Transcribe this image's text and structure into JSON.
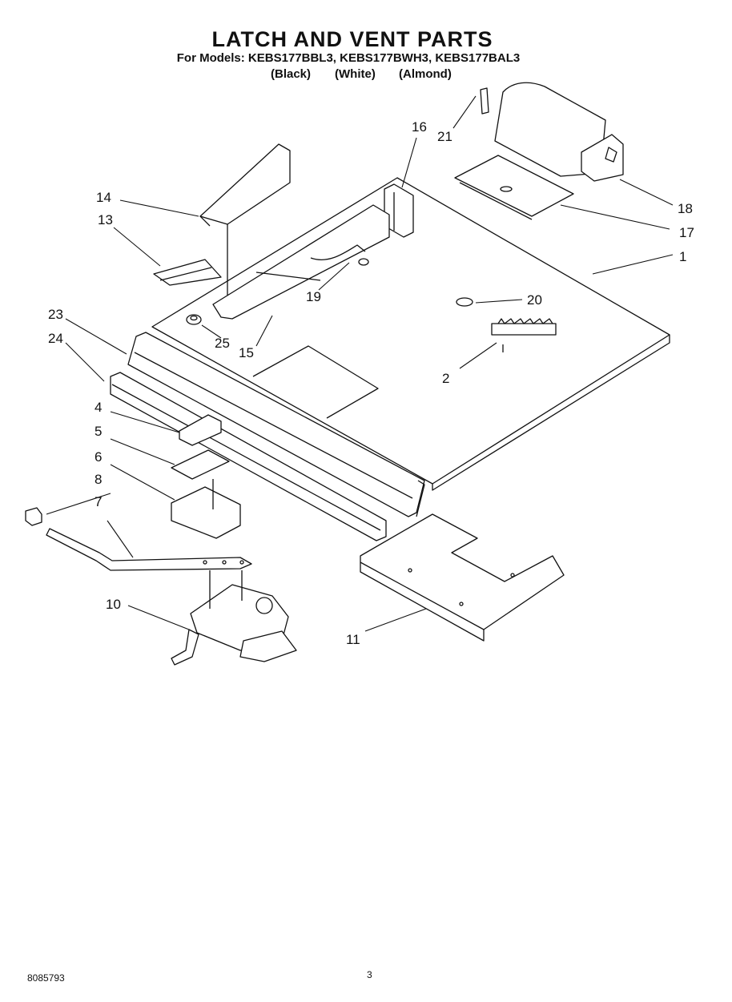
{
  "header": {
    "title": "LATCH AND VENT PARTS",
    "subtitle": "For Models: KEBS177BBL3, KEBS177BWH3, KEBS177BAL3",
    "colors": [
      "(Black)",
      "(White)",
      "(Almond)"
    ]
  },
  "callouts": [
    "1",
    "2",
    "4",
    "5",
    "6",
    "7",
    "8",
    "10",
    "11",
    "13",
    "14",
    "15",
    "16",
    "17",
    "18",
    "19",
    "20",
    "21",
    "23",
    "24",
    "25"
  ],
  "footer": {
    "doc_number": "8085793",
    "page_number": "3"
  }
}
